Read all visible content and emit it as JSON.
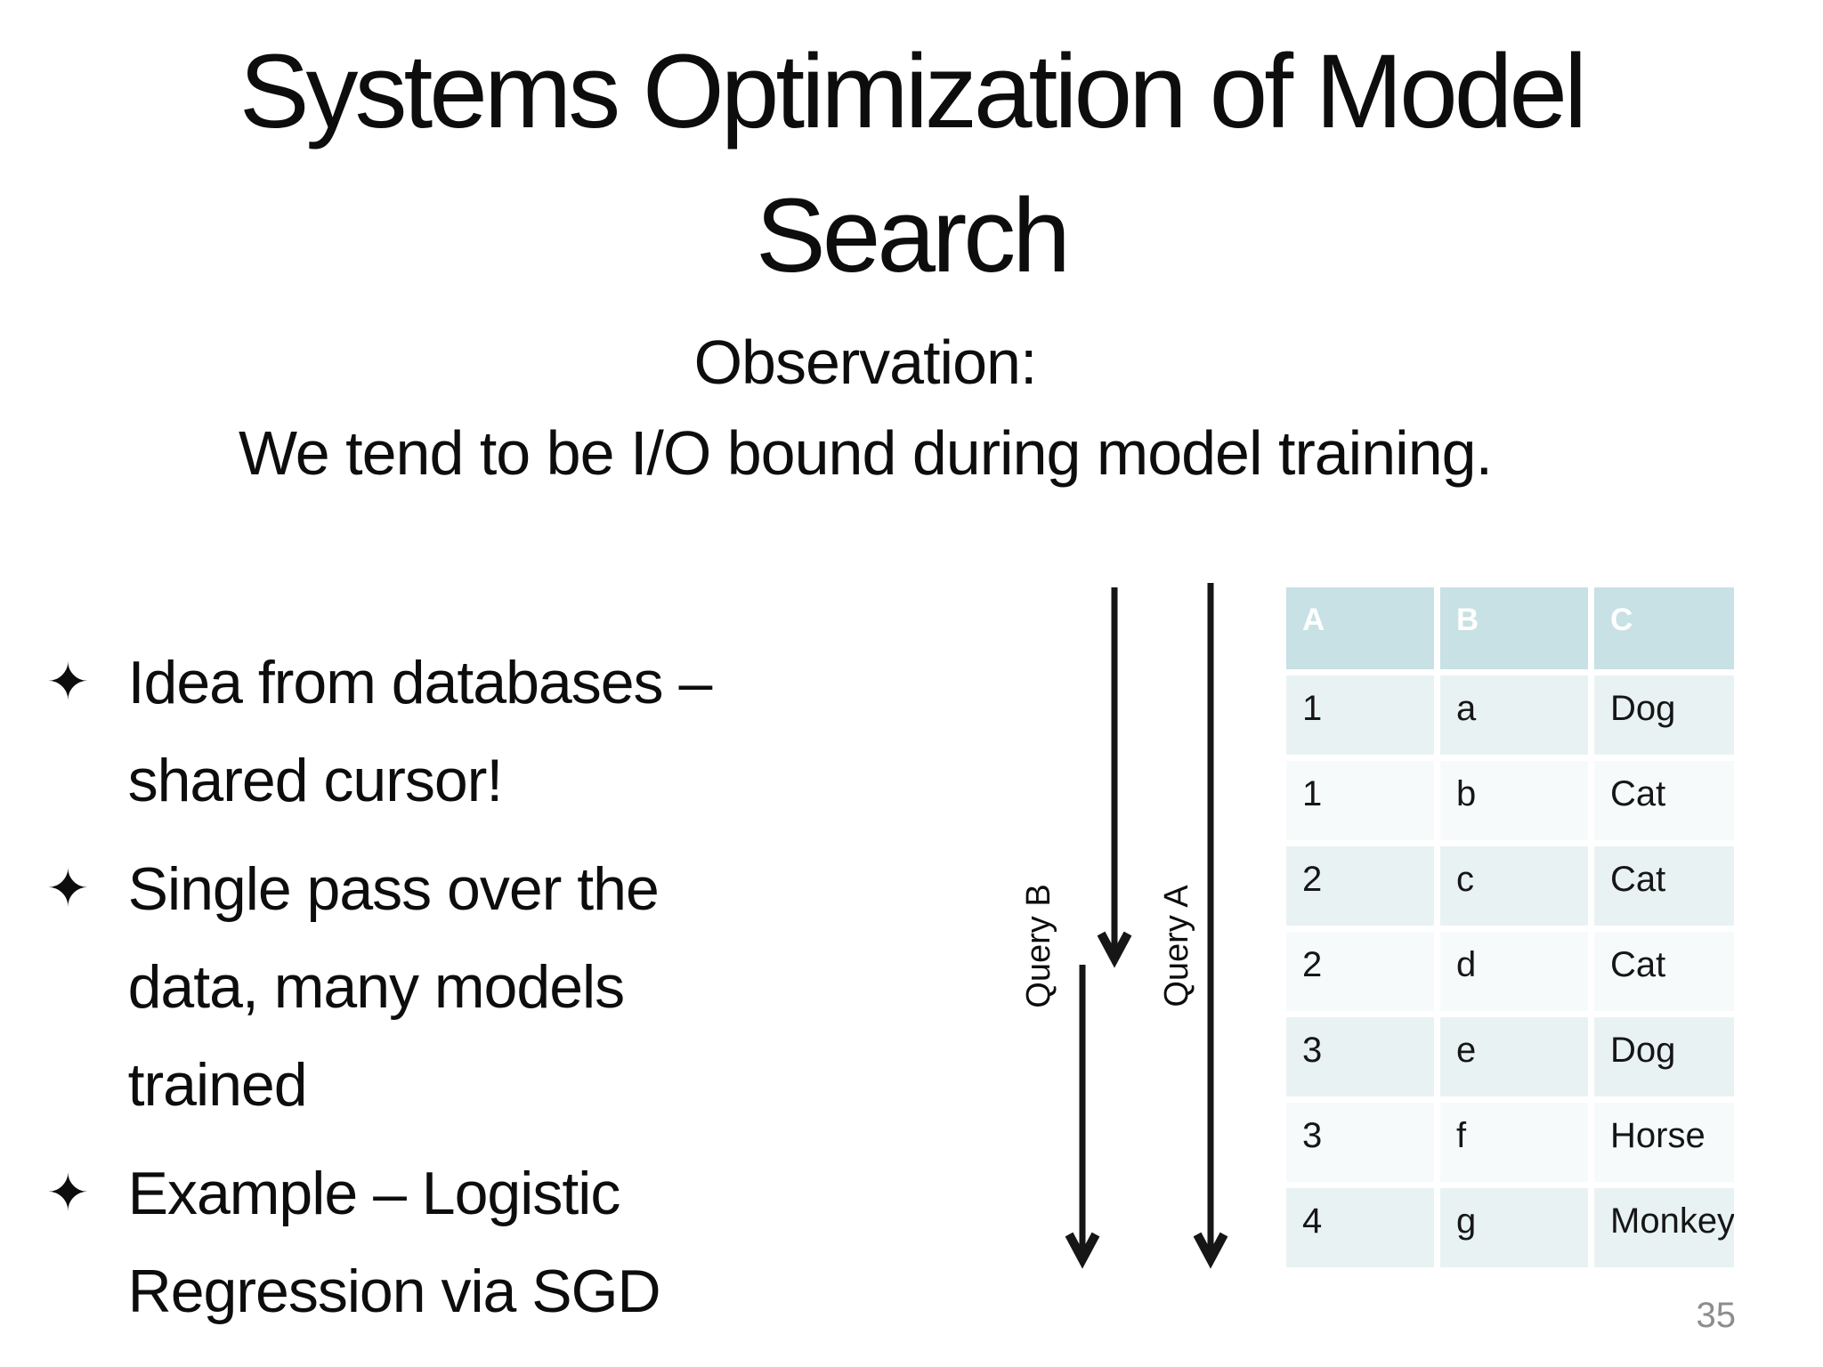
{
  "slide": {
    "title_lines": [
      "Systems Optimization of Model",
      "Search"
    ],
    "observation_lines": [
      "Observation:",
      "We tend to be I/O bound during model training."
    ],
    "bullets": [
      {
        "marker": "✦",
        "lines": [
          "Idea from databases –",
          "shared cursor!"
        ]
      },
      {
        "marker": "✦",
        "lines": [
          "Single pass over the",
          "data, many models",
          "trained"
        ]
      },
      {
        "marker": "✦",
        "lines": [
          "Example – Logistic",
          "Regression via SGD"
        ]
      }
    ],
    "page_number": "35"
  },
  "diagram": {
    "query_b_label": "Query B",
    "query_a_label": "Query A",
    "arrow_color": "#161616"
  },
  "table": {
    "headers": [
      "A",
      "B",
      "C"
    ],
    "rows": [
      [
        "1",
        "a",
        "Dog"
      ],
      [
        "1",
        "b",
        "Cat"
      ],
      [
        "2",
        "c",
        "Cat"
      ],
      [
        "2",
        "d",
        "Cat"
      ],
      [
        "3",
        "e",
        "Dog"
      ],
      [
        "3",
        "f",
        "Horse"
      ],
      [
        "4",
        "g",
        "Monkey"
      ]
    ]
  },
  "colors": {
    "table_header_bg": "#c7e1e4",
    "table_header_text": "#ffffff",
    "table_row_odd_bg": "#e9f2f3",
    "table_row_even_bg": "#f7fafb",
    "body_text": "#0d0d0d",
    "page_number_text": "#8d8d8d",
    "background": "#ffffff"
  }
}
